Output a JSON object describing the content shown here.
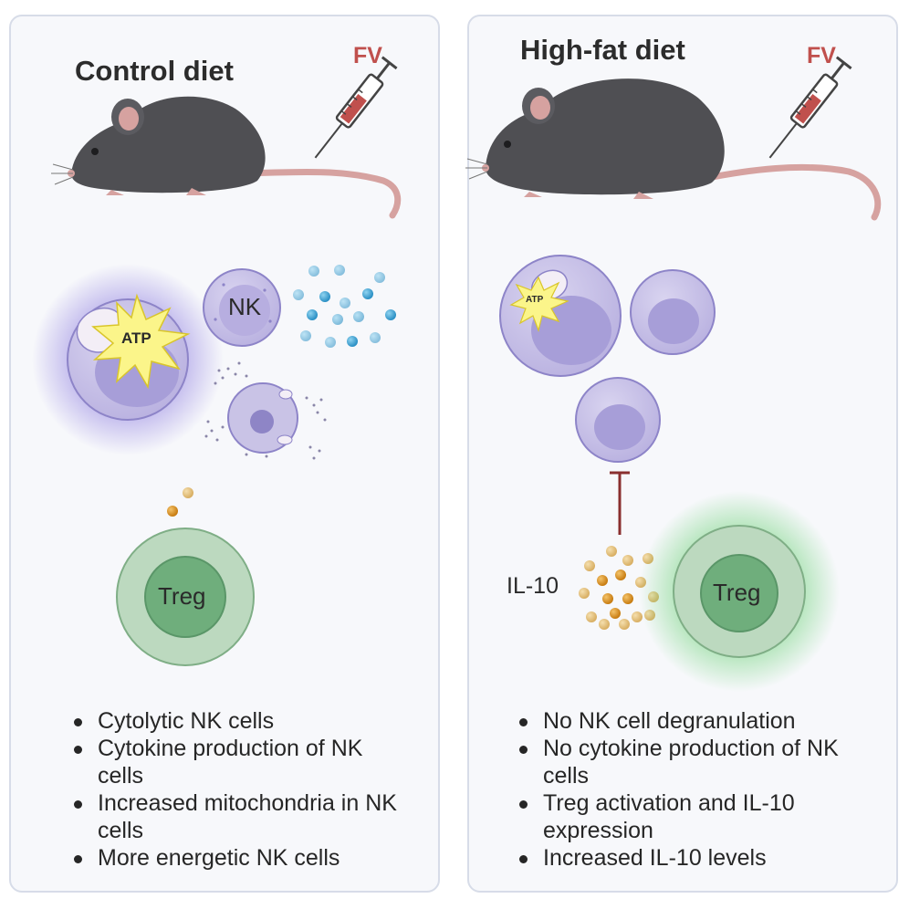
{
  "left": {
    "title": "Control diet",
    "injection_label": "FV",
    "nk_label": "NK",
    "atp_label": "ATP",
    "treg_label": "Treg",
    "bullets": [
      "Cytolytic NK cells",
      "Cytokine production of NK cells",
      "Increased mitochondria in NK cells",
      "More energetic NK cells"
    ]
  },
  "right": {
    "title": "High-fat diet",
    "injection_label": "FV",
    "atp_label": "ATP",
    "treg_label": "Treg",
    "cytokine_label": "IL-10",
    "bullets": [
      "No NK cell degranulation",
      "No cytokine production of NK cells",
      "Treg activation and IL-10 expression",
      "Increased IL-10 levels"
    ]
  },
  "colors": {
    "nk_cell": "#c9c3e6",
    "treg_cell": "#bcd9bf",
    "fv_red": "#c0504d",
    "il10_orange": "#d9901f",
    "atp_yellow": "#fbf58a",
    "mouse_grey": "#4f4f53",
    "mouse_pink": "#d6a2a0"
  },
  "icons": [
    "mouse-icon",
    "syringe-icon",
    "nk-cell-icon",
    "treg-cell-icon",
    "atp-burst-icon",
    "mitochondrion-icon",
    "inhibition-icon"
  ]
}
